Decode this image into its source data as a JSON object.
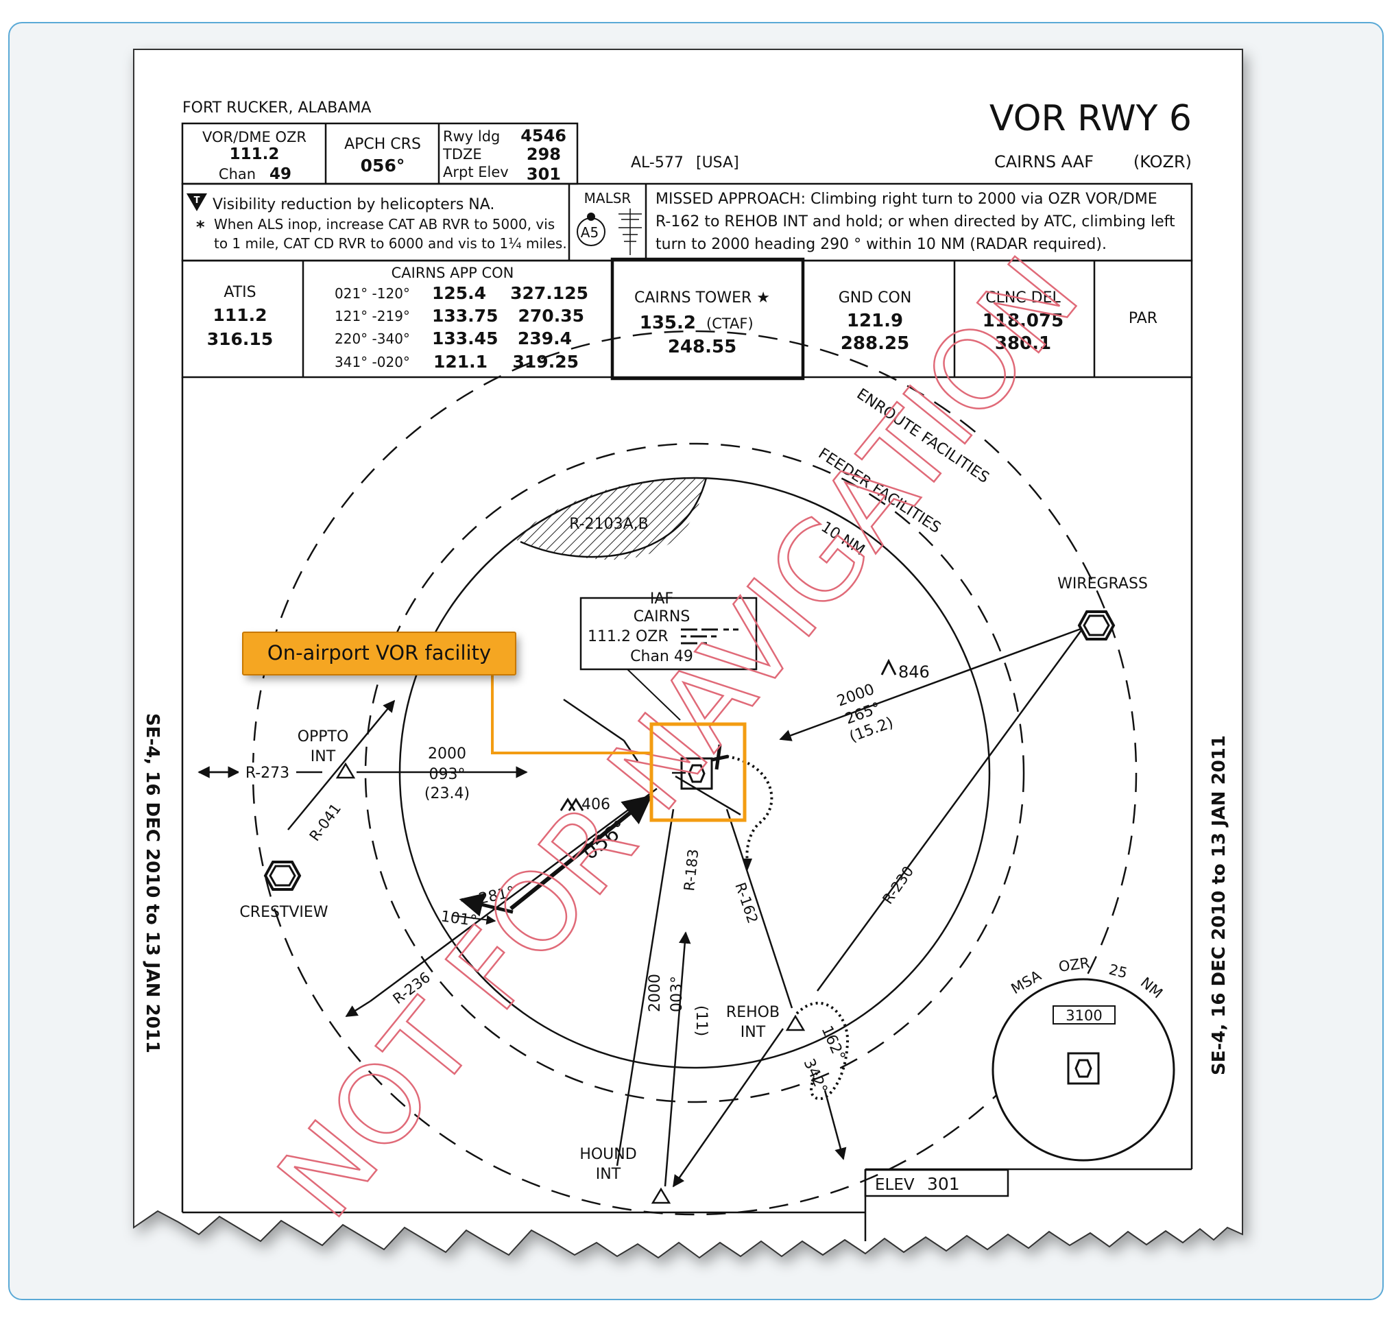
{
  "header": {
    "location": "FORT RUCKER, ALABAMA",
    "title": "VOR RWY 6",
    "airport": "CAIRNS AAF",
    "airport_id": "(KOZR)",
    "chart_number": "AL-577",
    "country": "[USA]"
  },
  "briefing": {
    "vor_label": "VOR/DME OZR",
    "vor_freq": "111.2",
    "vor_chan_label": "Chan",
    "vor_chan": "49",
    "apch_crs_label": "APCH CRS",
    "apch_crs": "056°",
    "rwy_ldg_label": "Rwy ldg",
    "rwy_ldg": "4546",
    "tdze_label": "TDZE",
    "tdze": "298",
    "arpt_elev_label": "Arpt Elev",
    "arpt_elev": "301",
    "note_1": "Visibility reduction by helicopters NA.",
    "note_2a": "When ALS inop, increase CAT AB RVR to 5000, vis",
    "note_2b": "to 1 mile, CAT CD RVR to 6000 and vis to 1¼ miles.",
    "note_mark_t": "T",
    "note_mark_star": "*",
    "malsr_label": "MALSR",
    "malsr_symbol": "A5",
    "missed_1": "MISSED APPROACH:  Climbing right turn to 2000 via OZR VOR/DME",
    "missed_2": "R-162 to REHOB INT and hold; or when directed by ATC, climbing left",
    "missed_3": "turn to 2000 heading 290 ° within 10 NM (RADAR required)."
  },
  "comms": {
    "atis_label": "ATIS",
    "atis_1": "111.2",
    "atis_2": "316.15",
    "app_con_label": "CAIRNS APP CON",
    "app_con": [
      {
        "sector": "021° -120°",
        "vhf": "125.4",
        "uhf": "327.125"
      },
      {
        "sector": "121° -219°",
        "vhf": "133.75",
        "uhf": "270.35"
      },
      {
        "sector": "220° -340°",
        "vhf": "133.45",
        "uhf": "239.4"
      },
      {
        "sector": "341° -020°",
        "vhf": "121.1",
        "uhf": "319.25"
      }
    ],
    "tower_label": "CAIRNS TOWER ★",
    "tower_1": "135.2",
    "tower_ctaf": "(CTAF)",
    "tower_2": "248.55",
    "gnd_label": "GND CON",
    "gnd_1": "121.9",
    "gnd_2": "288.25",
    "clnc_label": "CLNC DEL",
    "clnc_1": "118.075",
    "clnc_2": "380.1",
    "par_label": "PAR"
  },
  "plan_view": {
    "enroute_label": "ENROUTE FACILITIES",
    "feeder_label": "FEEDER  FACILITIES",
    "ring_10nm": "10  NM",
    "restricted_area": "R-2103A,B",
    "iaf_label": "IAF",
    "iaf_name": "CAIRNS",
    "iaf_freq": "111.2 OZR",
    "iaf_chan": "Chan 49",
    "wiregrass": "WIREGRASS",
    "crestview": "CRESTVIEW",
    "oppto_1": "OPPTO",
    "oppto_2": "INT",
    "rehob_1": "REHOB",
    "rehob_2": "INT",
    "hound_1": "HOUND",
    "hound_2": "INT",
    "r273": "R-273",
    "r041": "R-041",
    "r236": "R-236",
    "r183": "R-183",
    "r162": "R-162",
    "r230": "R-230",
    "leg_oppto_alt": "2000",
    "leg_oppto_crs": "093°",
    "leg_oppto_dist": "(23.4)",
    "leg_wire_alt": "2000",
    "leg_wire_crs": "265°",
    "leg_wire_dist": "(15.2)",
    "leg_hound_alt": "2000",
    "leg_hound_crs": "003°",
    "leg_hound_dist": "(11)",
    "final_course": "056°",
    "hold_281": "281°",
    "hold_101": "101°",
    "hold_162": "162°",
    "hold_342": "342°",
    "obstacle_1": "406",
    "obstacle_2": "846",
    "msa_label_1": "MSA",
    "msa_label_2": "OZR",
    "msa_label_3": "25",
    "msa_label_4": "NM",
    "msa_alt": "3100",
    "elev_label": "ELEV",
    "elev_value": "301"
  },
  "margin": {
    "left_text": "SE-4, 16 DEC 2010 to 13 JAN 2011",
    "right_text": "SE-4, 16 DEC 2010 to 13 JAN 2011"
  },
  "callout": {
    "label": "On-airport VOR facility",
    "color": "#f5a623",
    "highlight_color": "#f39c12"
  },
  "watermark": {
    "text": "NOT FOR NAVIGATION",
    "color": "#e06a78"
  }
}
